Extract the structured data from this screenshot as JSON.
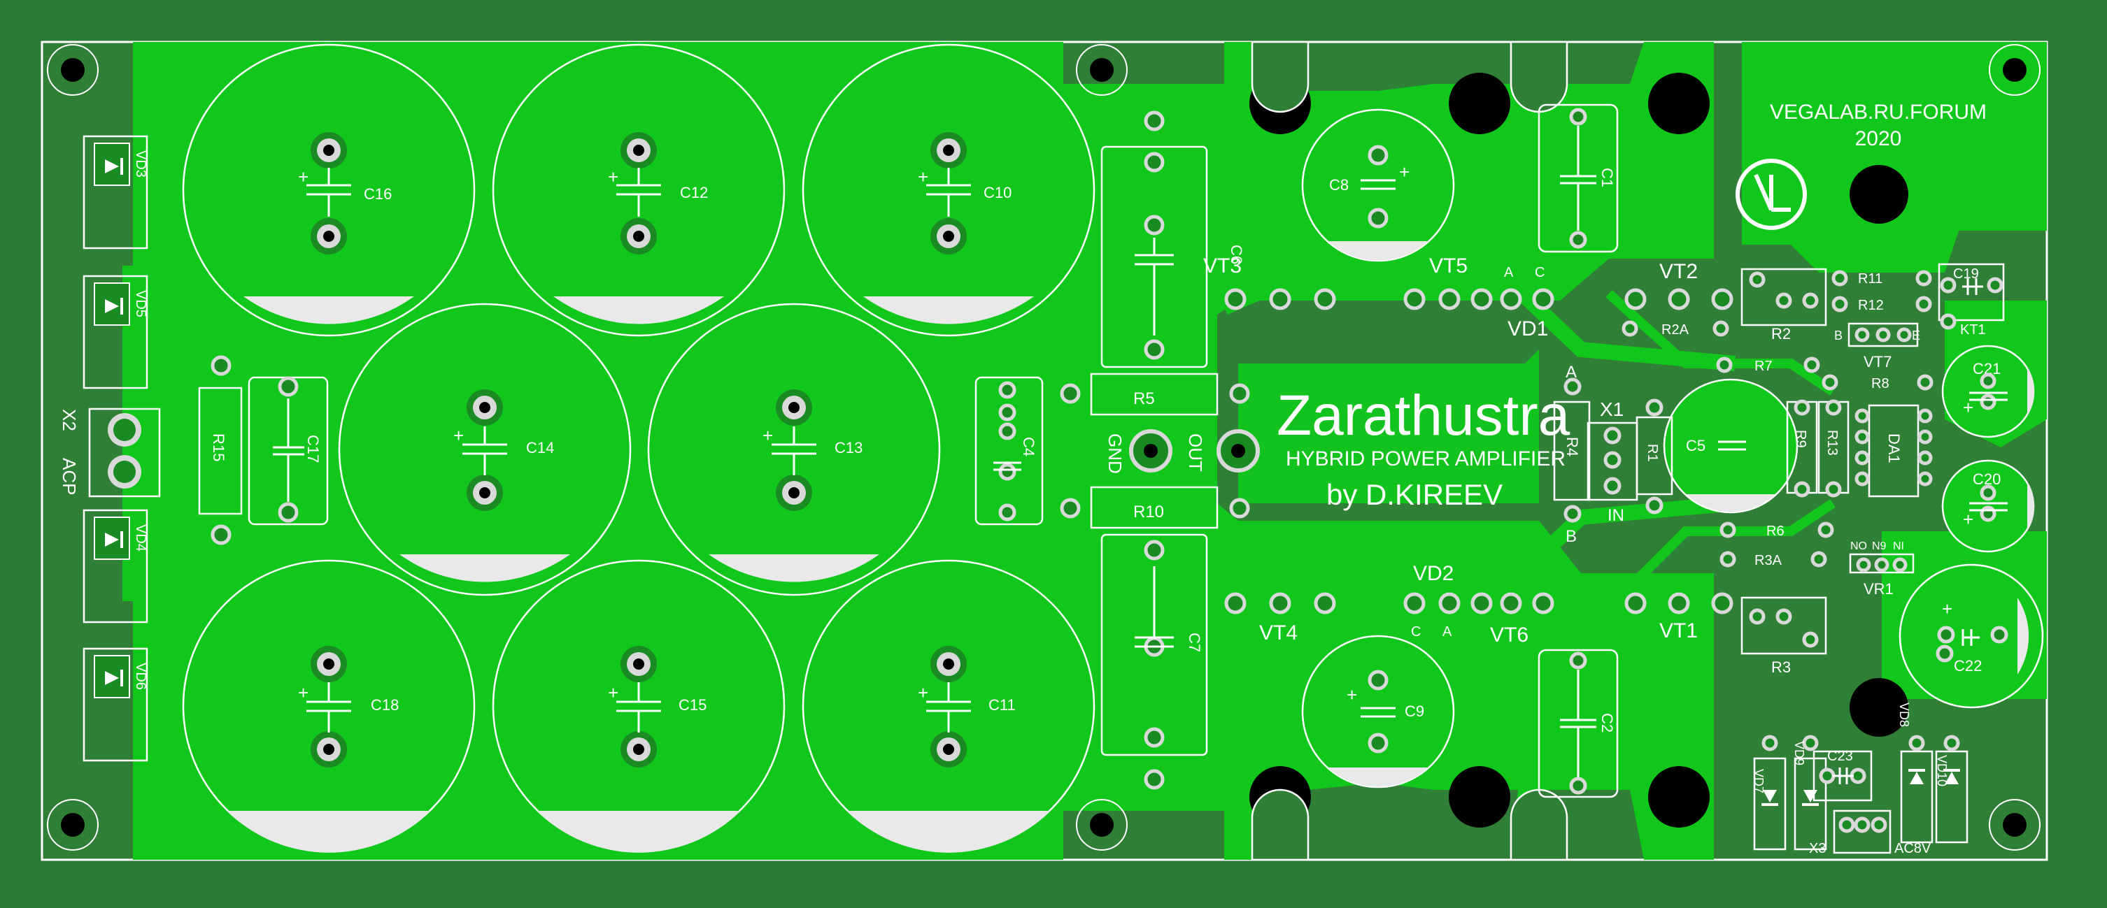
{
  "board": {
    "colors": {
      "background": "#2a7a33",
      "copper": "#11c71c",
      "silk": "#ffffff",
      "hole": "#000000",
      "pad_ring": "#d9d9d9"
    },
    "header": {
      "forum": "VEGALAB.RU.FORUM",
      "year": "2020",
      "logo_icon": "vl-logo-icon"
    },
    "title": {
      "name": "Zarathustra",
      "subtitle": "HYBRID POWER AMPLIFIER",
      "author": "by D.KIREEV"
    },
    "connectors": {
      "x2": "X2",
      "acp": "ACP",
      "gnd": "GND",
      "out": "OUT",
      "x1": "X1",
      "in": "IN",
      "x3": "X3",
      "ac8v": "AC8V"
    },
    "capacitors": {
      "c16": "C16",
      "c12": "C12",
      "c10": "C10",
      "c14": "C14",
      "c13": "C13",
      "c18": "C18",
      "c15": "C15",
      "c11": "C11",
      "c17": "C17",
      "c4": "C4",
      "c6": "C6",
      "c7": "C7",
      "c8": "C8",
      "c9": "C9",
      "c1": "C1",
      "c2": "C2",
      "c5": "C5",
      "c19": "C19",
      "c21": "C21",
      "c20": "C20",
      "c22": "C22",
      "c23": "C23"
    },
    "resistors": {
      "r15": "R15",
      "r5": "R5",
      "r10": "R10",
      "r4": "R4",
      "r1": "R1",
      "r9": "R9",
      "r13": "R13",
      "r11": "R11",
      "r12": "R12",
      "r2a": "R2A",
      "r2": "R2",
      "r7": "R7",
      "r8": "R8",
      "r6": "R6",
      "r3a": "R3A",
      "r3": "R3"
    },
    "semis": {
      "vd3": "VD3",
      "vd5": "VD5",
      "vd4": "VD4",
      "vd6": "VD6",
      "vt3": "VT3",
      "vt5": "VT5",
      "vt2": "VT2",
      "vd1": "VD1",
      "vt4": "VT4",
      "vt6": "VT6",
      "vt1": "VT1",
      "vd2": "VD2",
      "vt7": "VT7",
      "kt1": "KT1",
      "da1": "DA1",
      "vr1": "VR1",
      "vd7": "VD7",
      "vd9": "VD9",
      "vd8": "VD8",
      "vd10": "VD10"
    },
    "pin_labels": {
      "a": "A",
      "c": "C",
      "b": "B",
      "e": "E",
      "no": "NO",
      "n9": "N9",
      "ni": "NI",
      "plus": "+"
    }
  }
}
